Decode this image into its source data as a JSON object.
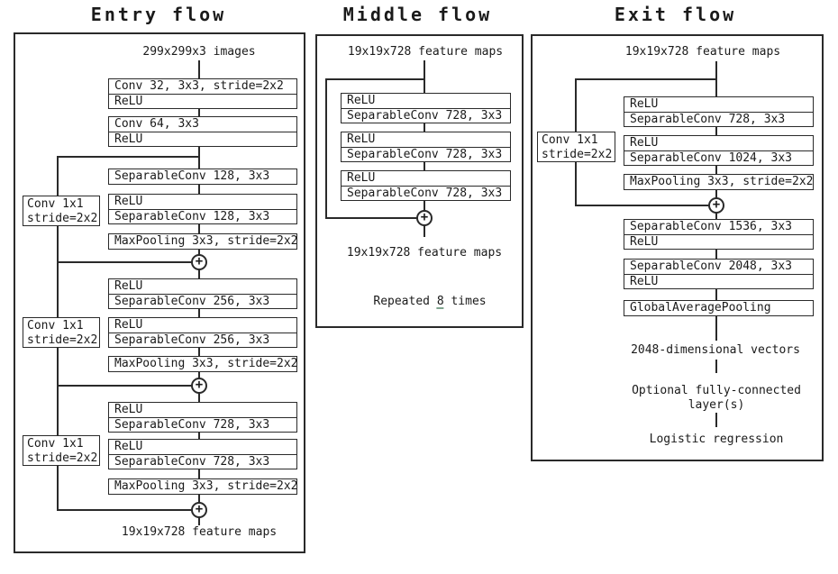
{
  "titles": {
    "entry": "Entry flow",
    "middle": "Middle flow",
    "exit": "Exit flow"
  },
  "plus": "+",
  "colors": {
    "line": "#2a2a2a",
    "underline": "#7fa48e",
    "background": "#ffffff",
    "text": "#1a1a1a"
  },
  "entry": {
    "input_label": "299x299x3 images",
    "output_label": "19x19x728 feature maps",
    "skip": {
      "line1": "Conv 1x1",
      "line2": "stride=2x2"
    },
    "boxes": [
      {
        "rows": [
          "Conv 32, 3x3, stride=2x2",
          "ReLU"
        ]
      },
      {
        "rows": [
          "Conv 64, 3x3",
          "ReLU"
        ]
      },
      {
        "rows": [
          "SeparableConv 128, 3x3"
        ]
      },
      {
        "rows": [
          "ReLU",
          "SeparableConv 128, 3x3"
        ]
      },
      {
        "rows": [
          "MaxPooling 3x3, stride=2x2"
        ]
      },
      {
        "rows": [
          "ReLU",
          "SeparableConv 256, 3x3"
        ]
      },
      {
        "rows": [
          "ReLU",
          "SeparableConv 256, 3x3"
        ]
      },
      {
        "rows": [
          "MaxPooling 3x3, stride=2x2"
        ]
      },
      {
        "rows": [
          "ReLU",
          "SeparableConv 728, 3x3"
        ]
      },
      {
        "rows": [
          "ReLU",
          "SeparableConv 728, 3x3"
        ]
      },
      {
        "rows": [
          "MaxPooling 3x3, stride=2x2"
        ]
      }
    ]
  },
  "middle": {
    "input_label": "19x19x728 feature maps",
    "output_label": "19x19x728 feature maps",
    "repeat": {
      "prefix": "Repeated ",
      "count": "8",
      "suffix": " times"
    },
    "boxes": [
      {
        "rows": [
          "ReLU",
          "SeparableConv 728, 3x3"
        ]
      },
      {
        "rows": [
          "ReLU",
          "SeparableConv 728, 3x3"
        ]
      },
      {
        "rows": [
          "ReLU",
          "SeparableConv 728, 3x3"
        ]
      }
    ]
  },
  "exit": {
    "input_label": "19x19x728 feature maps",
    "skip": {
      "line1": "Conv 1x1",
      "line2": "stride=2x2"
    },
    "boxes": [
      {
        "rows": [
          "ReLU",
          "SeparableConv 728, 3x3"
        ]
      },
      {
        "rows": [
          "ReLU",
          "SeparableConv 1024, 3x3"
        ]
      },
      {
        "rows": [
          "MaxPooling 3x3, stride=2x2"
        ]
      },
      {
        "rows": [
          "SeparableConv 1536, 3x3",
          "ReLU"
        ]
      },
      {
        "rows": [
          "SeparableConv 2048, 3x3",
          "ReLU"
        ]
      },
      {
        "rows": [
          "GlobalAveragePooling"
        ]
      }
    ],
    "vector_label": "2048-dimensional vectors",
    "fc_label_line1": "Optional fully-connected",
    "fc_label_line2": "layer(s)",
    "logistic_label": "Logistic regression"
  }
}
